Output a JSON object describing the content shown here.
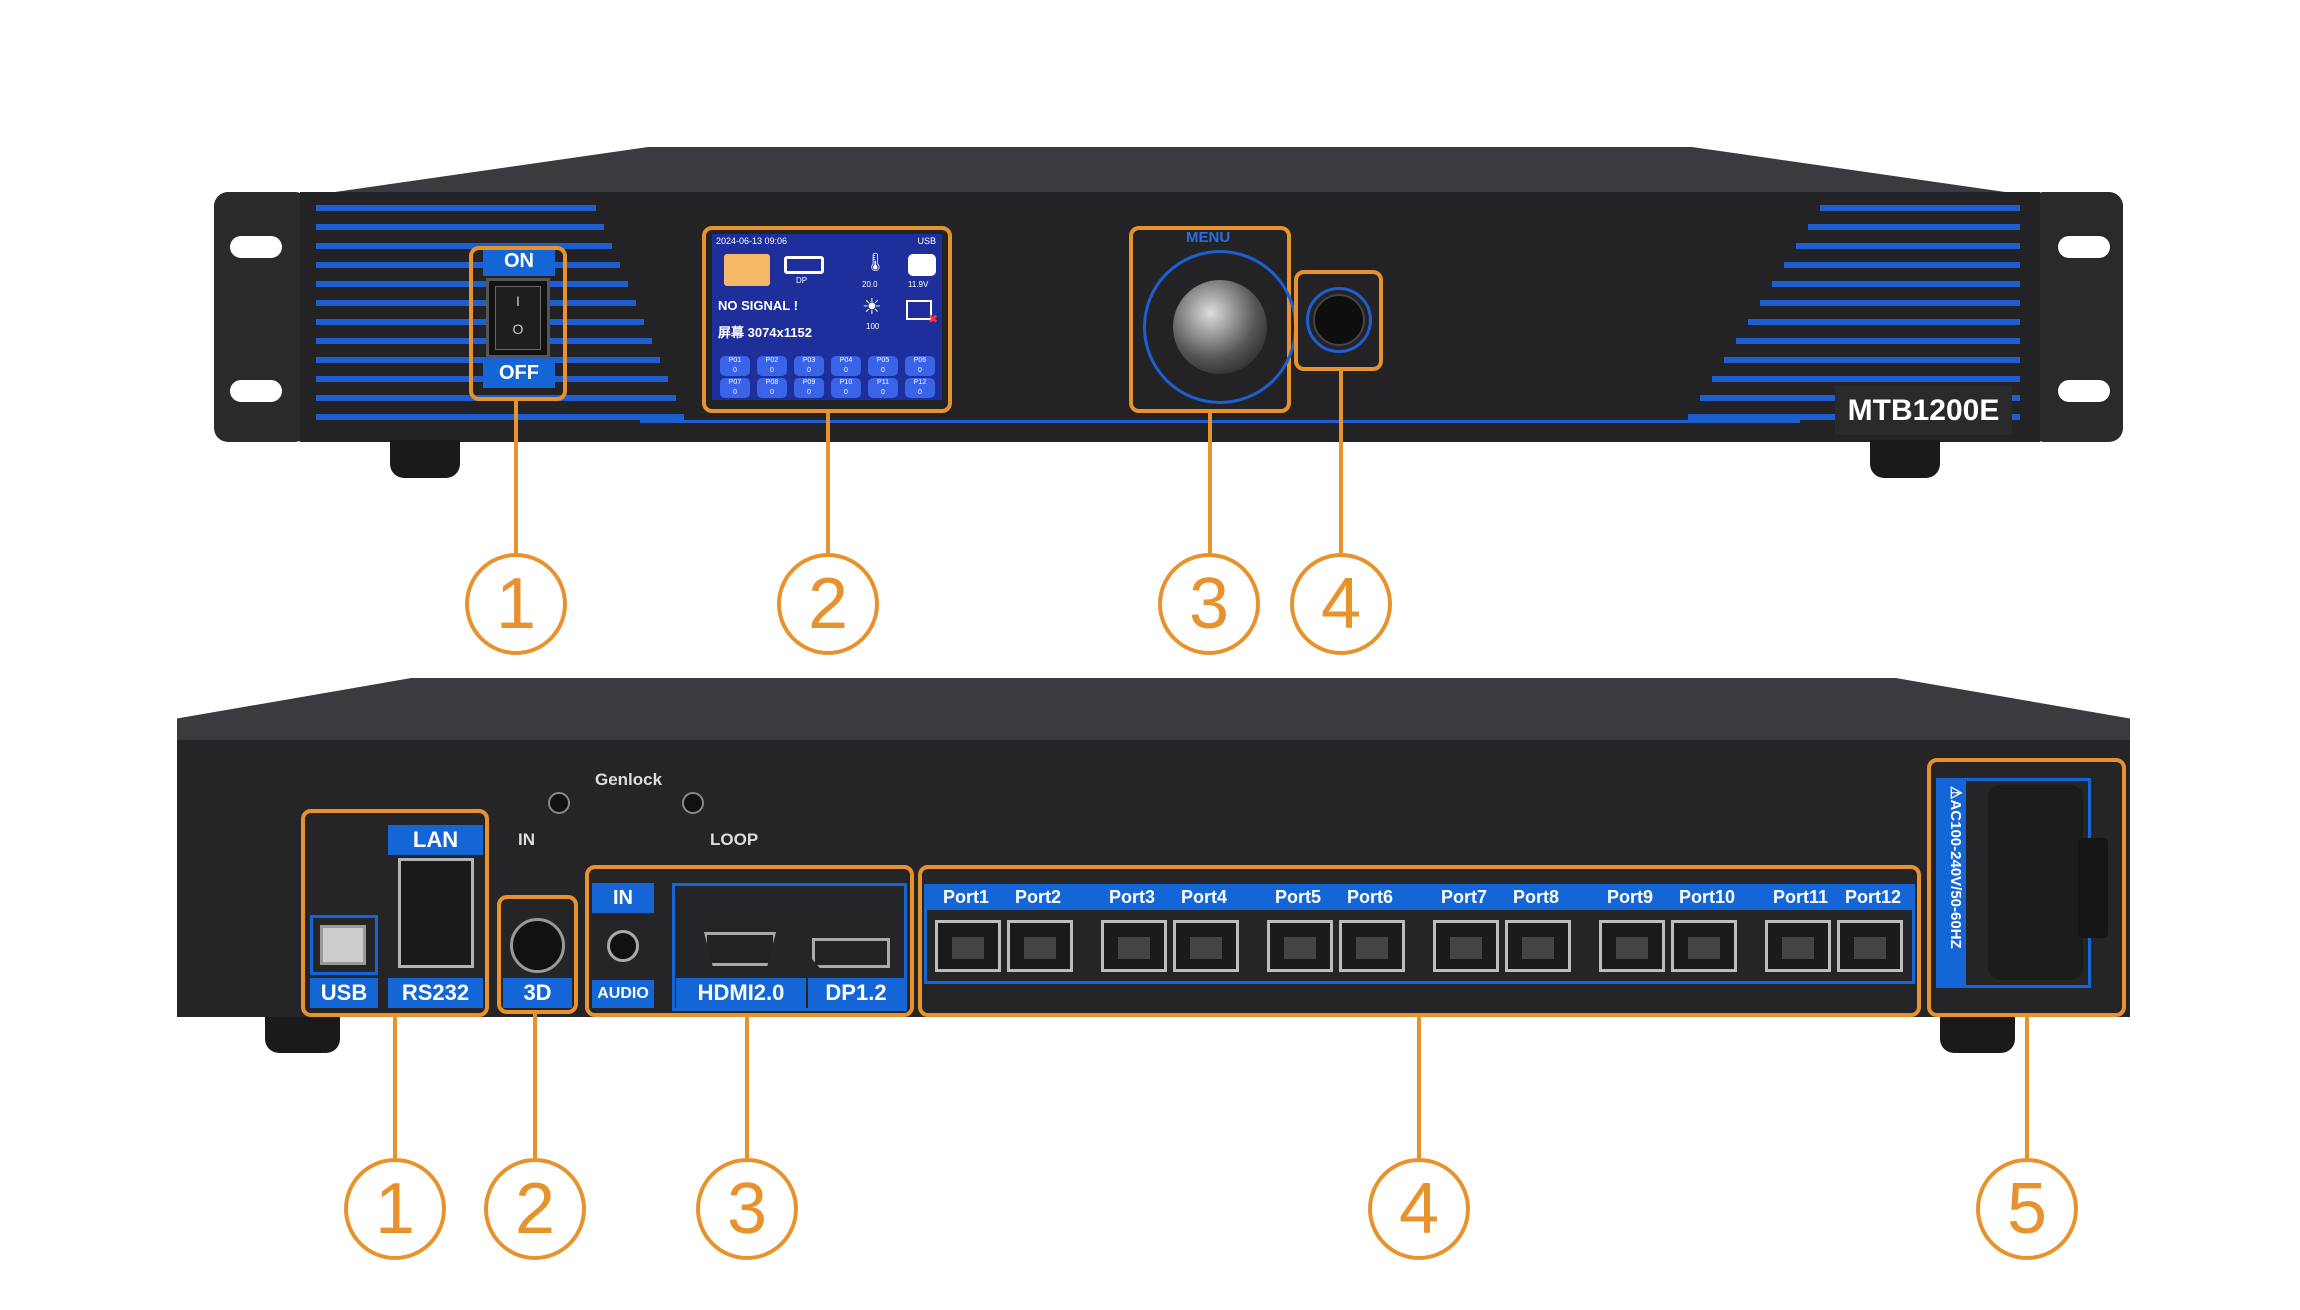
{
  "front": {
    "model": "MTB1200E",
    "switch": {
      "on": "ON",
      "off": "OFF",
      "on_symbol": "I",
      "off_symbol": "O"
    },
    "lcd": {
      "datetime": "2024-06-13 09:06",
      "usb": "USB",
      "input": "DP",
      "status": "NO SIGNAL !",
      "resolution": "屏幕 3074x1152",
      "temperature": "20.0",
      "voltage": "11.9V",
      "brightness": "100",
      "ports": [
        "P01",
        "P02",
        "P03",
        "P04",
        "P05",
        "P06",
        "P07",
        "P08",
        "P09",
        "P10",
        "P11",
        "P12"
      ],
      "port_value": "0"
    },
    "menu_label": "MENU",
    "callouts": [
      "1",
      "2",
      "3",
      "4"
    ]
  },
  "rear": {
    "genlock": "Genlock",
    "genlock_in": "IN",
    "genlock_loop": "LOOP",
    "lan": "LAN",
    "usb": "USB",
    "rs232": "RS232",
    "three_d": "3D",
    "audio_in": "IN",
    "audio": "AUDIO",
    "hdmi": "HDMI2.0",
    "dp": "DP1.2",
    "ports": [
      "Port1",
      "Port2",
      "Port3",
      "Port4",
      "Port5",
      "Port6",
      "Port7",
      "Port8",
      "Port9",
      "Port10",
      "Port11",
      "Port12"
    ],
    "power": "⚠AC100-240V/50-60HZ",
    "callouts": [
      "1",
      "2",
      "3",
      "4",
      "5"
    ]
  },
  "colors": {
    "accent": "#e8922e",
    "panel_blue": "#1466d6",
    "chassis": "#2a2a2c"
  }
}
